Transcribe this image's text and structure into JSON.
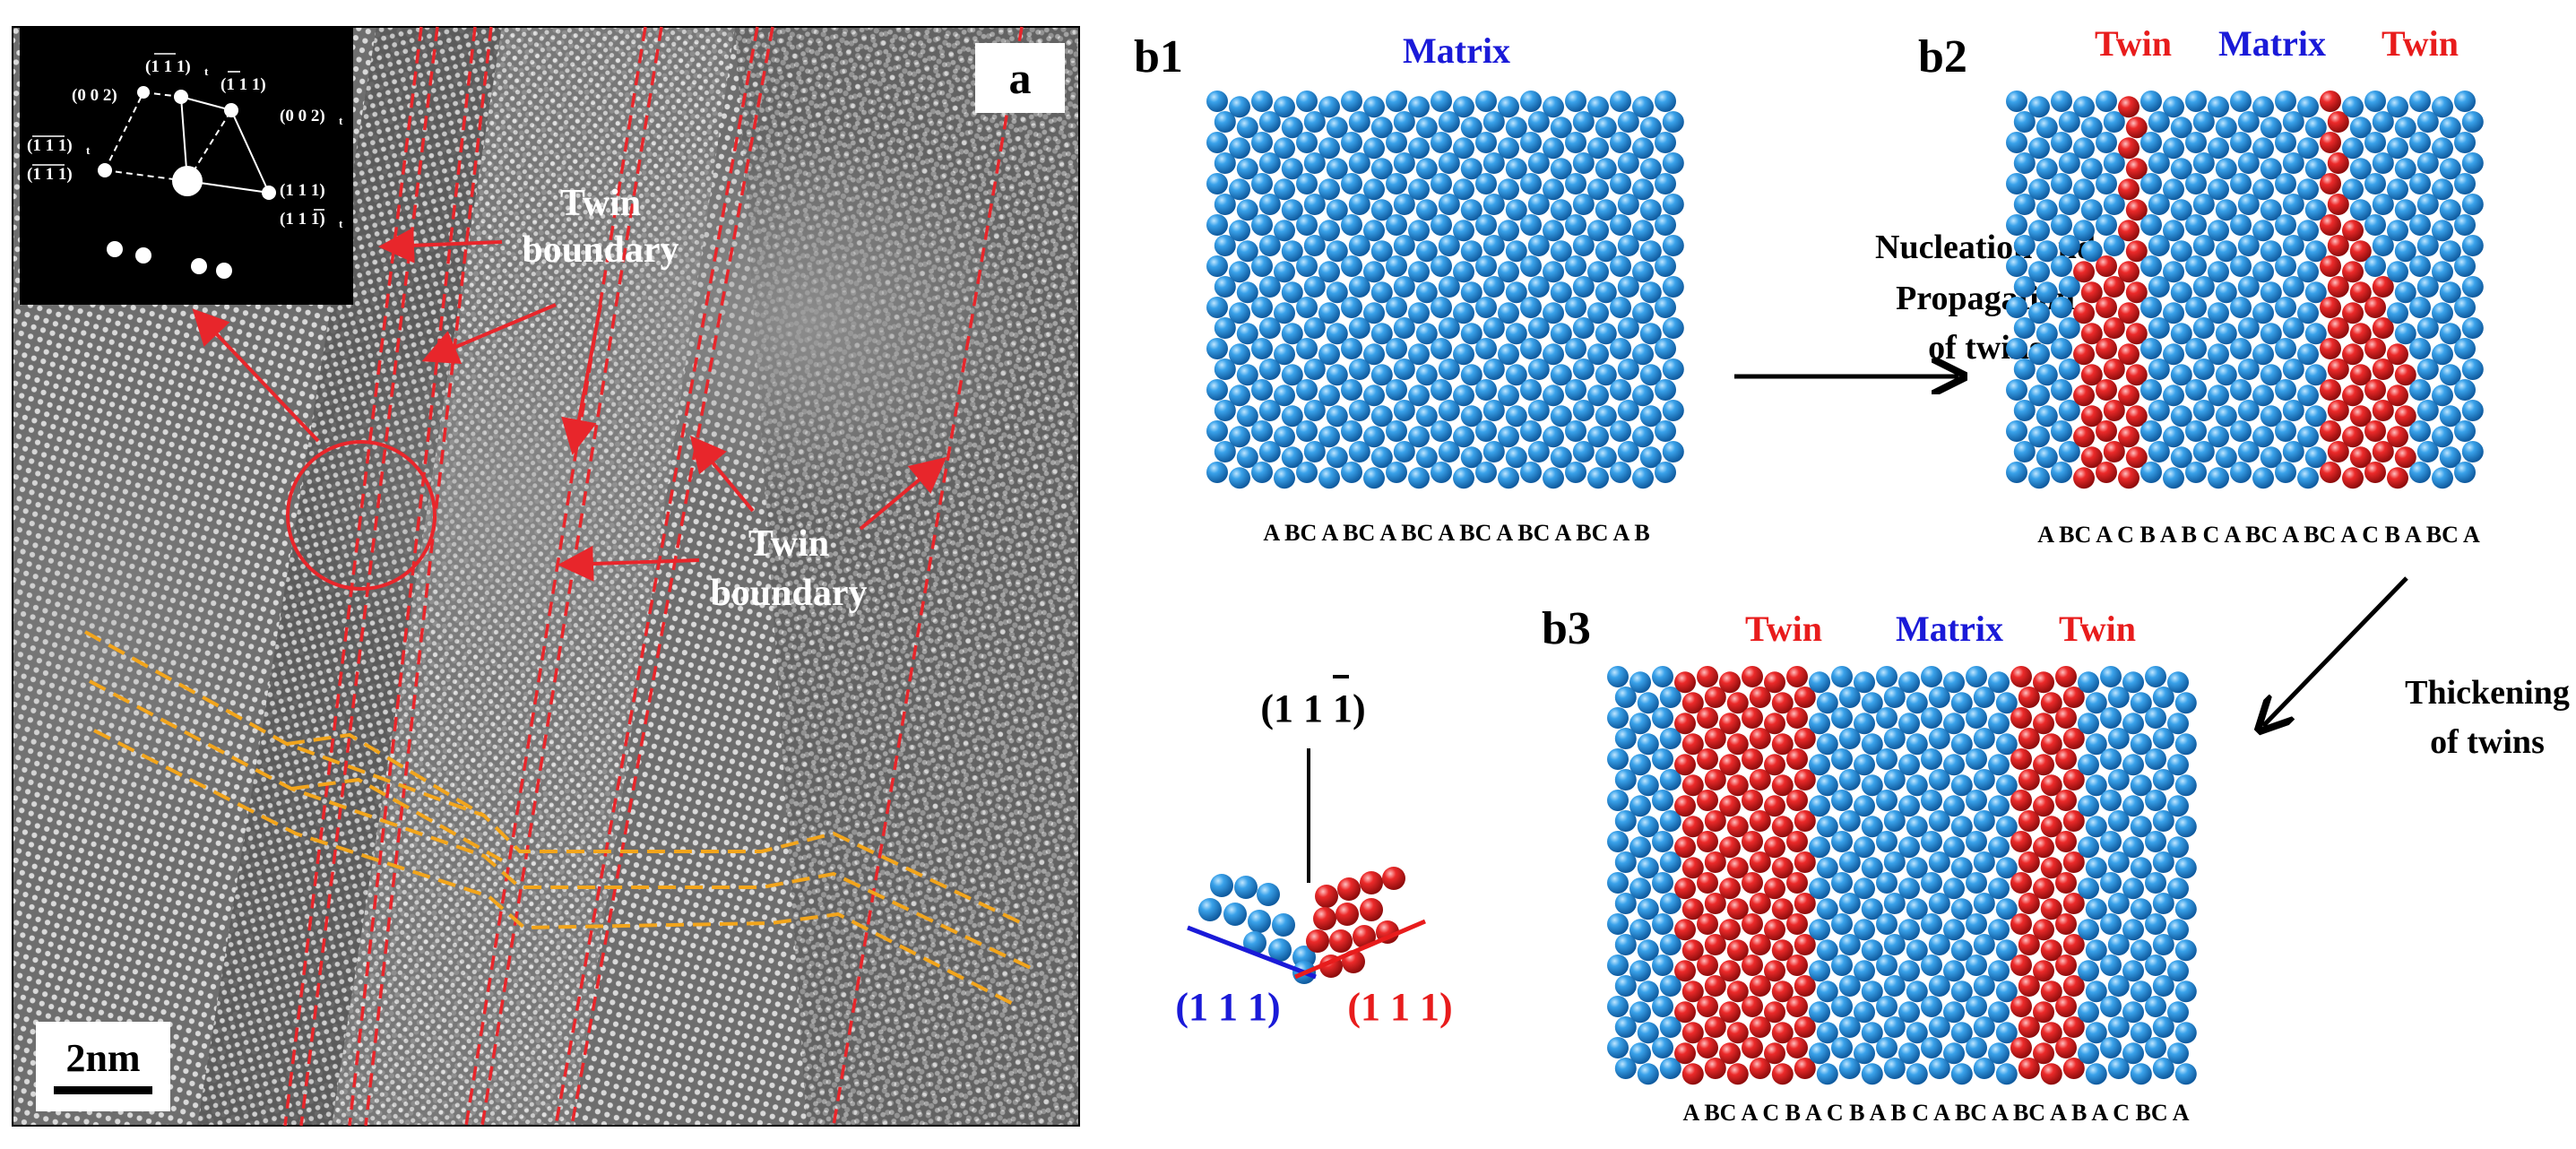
{
  "panel_a": {
    "label": "a",
    "scale_bar": "2nm",
    "twin_boundary_label_1": [
      "Twin",
      "boundary"
    ],
    "twin_boundary_label_2": [
      "Twin",
      "boundary"
    ],
    "diffraction_labels": {
      "top_left": "(0 0 2)",
      "top_mid": "(1 1 1)",
      "top_mid_sub": "t",
      "top_right_a": "(1 1 1)",
      "top_right_b": "(0 0 2)",
      "top_right_b_sub": "t",
      "left_a": "(1 1 1)",
      "left_a_sub": "t",
      "left_b": "(1 1 1)",
      "right_a": "(1 1 1)",
      "right_b": "(1 1 1)",
      "right_b_sub": "t"
    }
  },
  "panel_b1": {
    "label": "b1",
    "title": "Matrix",
    "stacking": "A BC A BC A BC A BC A BC A BC A B"
  },
  "panel_b2": {
    "label": "b2",
    "title_left_twin": "Twin",
    "title_matrix": "Matrix",
    "title_right_twin": "Twin",
    "stacking": "A BC A C B A B C A BC A BC A C B A BC A"
  },
  "panel_b3": {
    "label": "b3",
    "title_left_twin": "Twin",
    "title_matrix": "Matrix",
    "title_right_twin": "Twin",
    "stacking": "A BC A C B A C B A B C A BC A BC A B A C BC A"
  },
  "arrows": {
    "nucleation": [
      "Nucleation and",
      "Propagation",
      "of twins"
    ],
    "thickening": [
      "Thickening",
      "of  twins"
    ]
  },
  "inset": {
    "top_plane": "(1 1 1)",
    "left_plane": "(1 1 1)",
    "right_plane": "(1 1 1)"
  },
  "colors": {
    "blue_atom": "#2f8fd6",
    "red_atom": "#e0252a",
    "matrix_title": "#1a1ad8",
    "twin_title": "#e81c1c",
    "boundary_line": "#e8262b",
    "orange_line": "#f2a51c"
  }
}
